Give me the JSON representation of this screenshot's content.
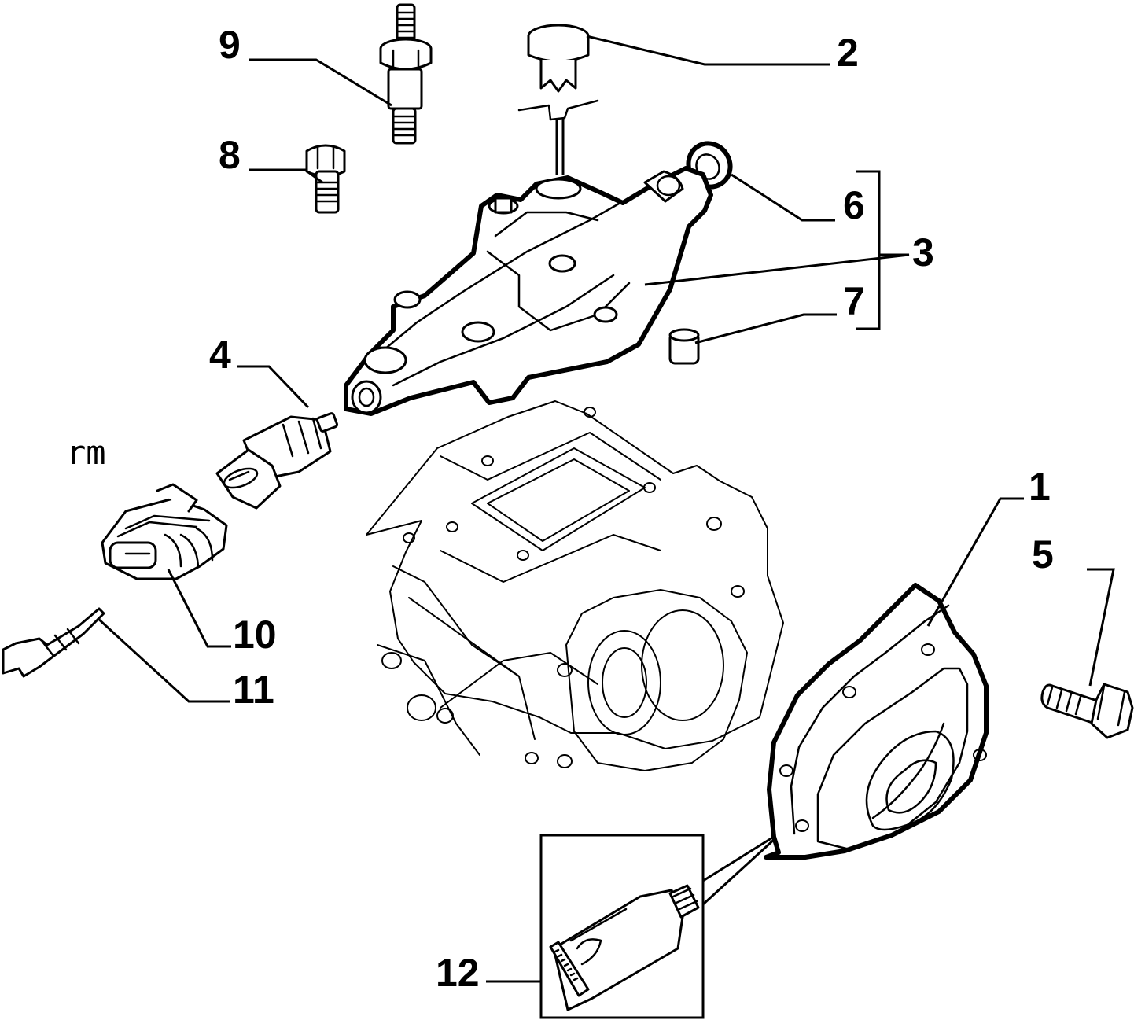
{
  "callouts": {
    "c1": "1",
    "c2": "2",
    "c3": "3",
    "c4": "4",
    "c5": "5",
    "c6": "6",
    "c7": "7",
    "c8": "8",
    "c9": "9",
    "c10": "10",
    "c11": "11",
    "c12": "12"
  },
  "rm_label": "rm"
}
